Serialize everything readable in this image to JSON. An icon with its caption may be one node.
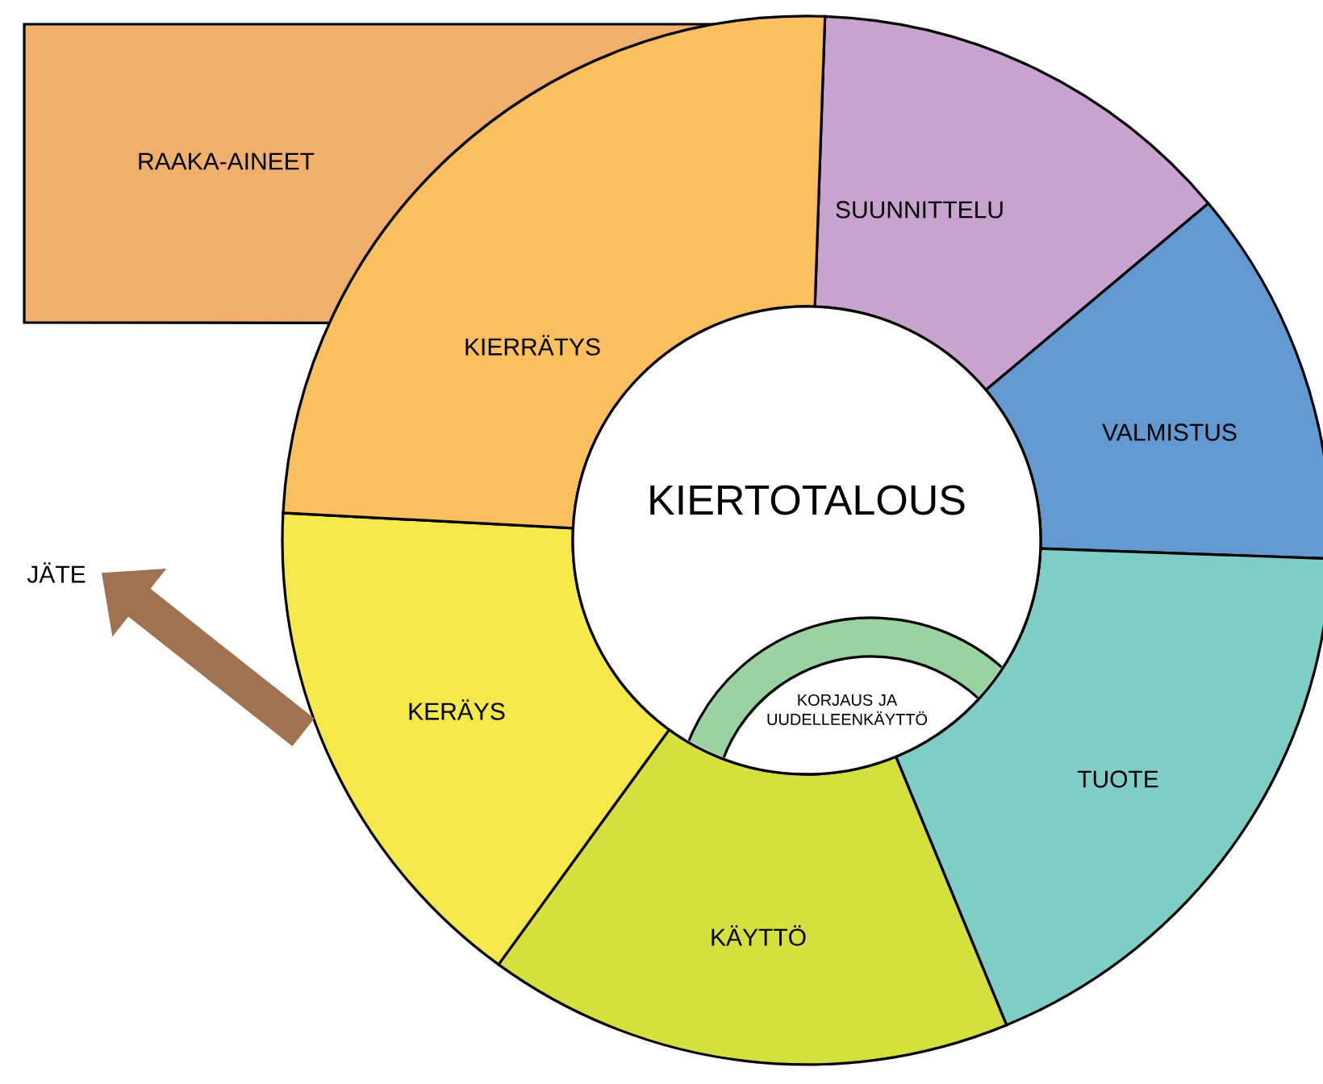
{
  "diagram": {
    "nodes": [
      {
        "text": [
          "RAAKA-AINEET"
        ]
      },
      {
        "text": [
          "SUUNNITTELU"
        ]
      },
      {
        "text": [
          "VALMISTUS"
        ]
      },
      {
        "text": [
          "TUOTE"
        ]
      },
      {
        "text": [
          "KÄYTTÖ"
        ]
      },
      {
        "text": [
          "KERÄYS"
        ]
      },
      {
        "text": [
          "KIERRÄTYS"
        ]
      },
      {
        "text": [
          "KIERTOTALOUS"
        ]
      },
      {
        "text": [
          "KORJAUS JA UUDELLEENKÄYTTÖ"
        ],
        "in": 7
      },
      {
        "text": [
          "JÄTE"
        ]
      }
    ],
    "edges": [
      {
        "from": 5,
        "to": 9,
        "arrow": "to",
        "color": "#a0724f"
      }
    ]
  }
}
